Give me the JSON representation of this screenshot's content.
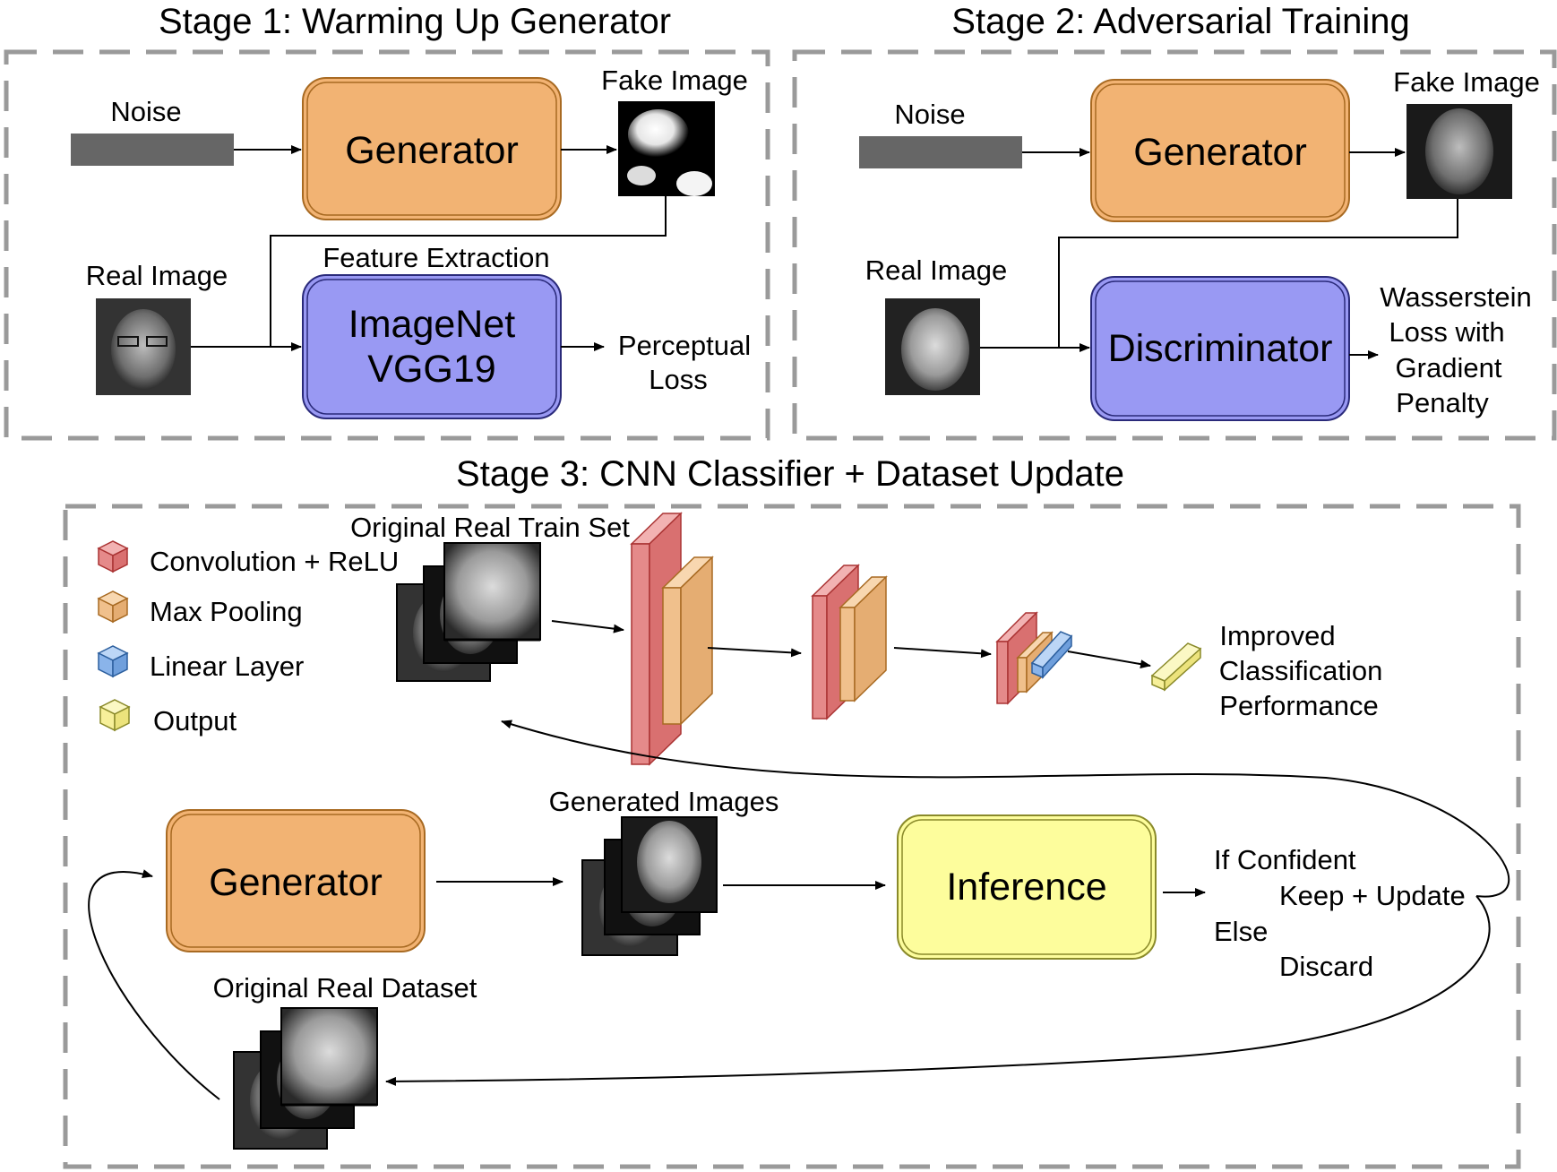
{
  "stage1": {
    "title": "Stage 1: Warming Up Generator",
    "noise_label": "Noise",
    "generator_label": "Generator",
    "fake_image_label": "Fake Image",
    "real_image_label": "Real Image",
    "feature_extraction_label": "Feature Extraction",
    "vgg_line1": "ImageNet",
    "vgg_line2": "VGG19",
    "loss_line1": "Perceptual",
    "loss_line2": "Loss"
  },
  "stage2": {
    "title": "Stage 2: Adversarial Training",
    "noise_label": "Noise",
    "generator_label": "Generator",
    "fake_image_label": "Fake Image",
    "real_image_label": "Real Image",
    "discriminator_label": "Discriminator",
    "loss_lines": [
      "Wasserstein",
      "Loss with",
      "Gradient",
      "Penalty"
    ]
  },
  "stage3": {
    "title": "Stage 3: CNN Classifier + Dataset Update",
    "legend": [
      {
        "label": "Convolution + ReLU",
        "color": "#e58a8a"
      },
      {
        "label": "Max Pooling",
        "color": "#f0c08c"
      },
      {
        "label": "Linear Layer",
        "color": "#8ab4ea"
      },
      {
        "label": "Output",
        "color": "#f7f09a"
      }
    ],
    "train_set_label": "Original Real Train Set",
    "improved_lines": [
      "Improved",
      "Classification",
      "Performance"
    ],
    "generator_label": "Generator",
    "generated_images_label": "Generated Images",
    "inference_label": "Inference",
    "decision_lines": [
      "If Confident",
      "Keep + Update",
      "Else",
      "Discard"
    ],
    "original_dataset_label": "Original Real Dataset"
  },
  "colors": {
    "generator_fill": "#f2b373",
    "generator_stroke": "#a86a22",
    "vgg_fill": "#9999f3",
    "vgg_stroke": "#2a2a7a",
    "inference_fill": "#fdfd9c",
    "inference_stroke": "#8a8a2a",
    "noise_bar": "#666666",
    "dashed_border": "#9a9a9a"
  }
}
